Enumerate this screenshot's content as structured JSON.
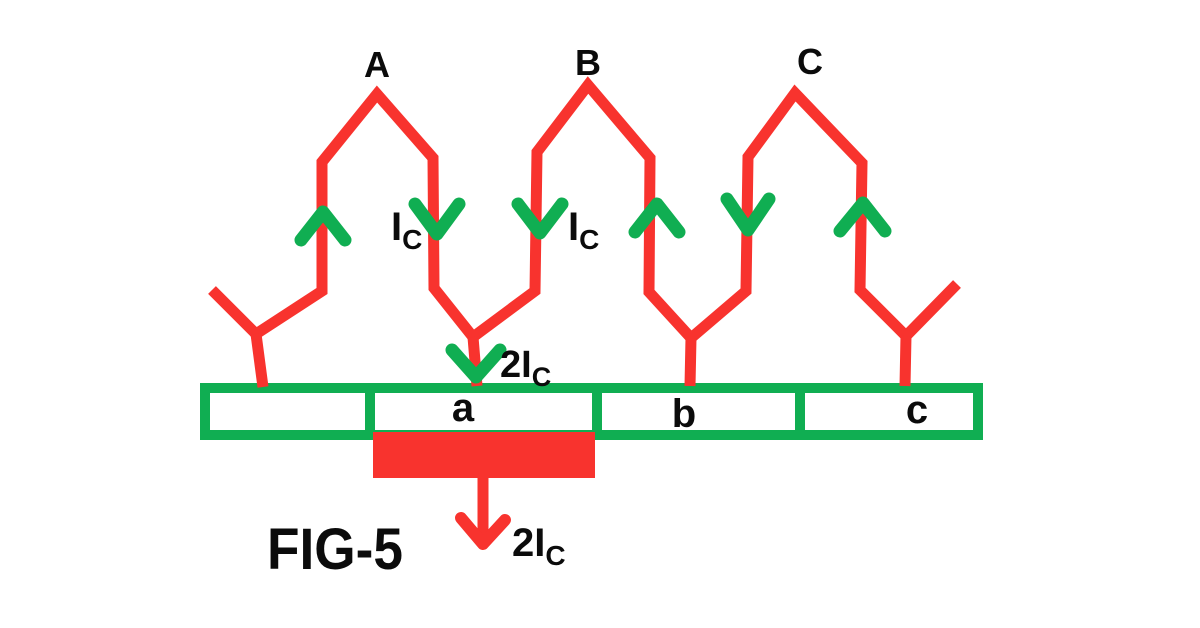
{
  "colors": {
    "wire_red": "#F8332E",
    "commutator_green": "#10AE52",
    "text_black": "#0B0B0B"
  },
  "coils": {
    "a": "A",
    "b": "B",
    "c": "C"
  },
  "segments": {
    "a": "a",
    "b": "b",
    "c": "c"
  },
  "currents": {
    "coil_main": "I",
    "coil_sub": "C",
    "total_main": "2I",
    "total_sub": "C"
  },
  "caption": "FIG-5"
}
